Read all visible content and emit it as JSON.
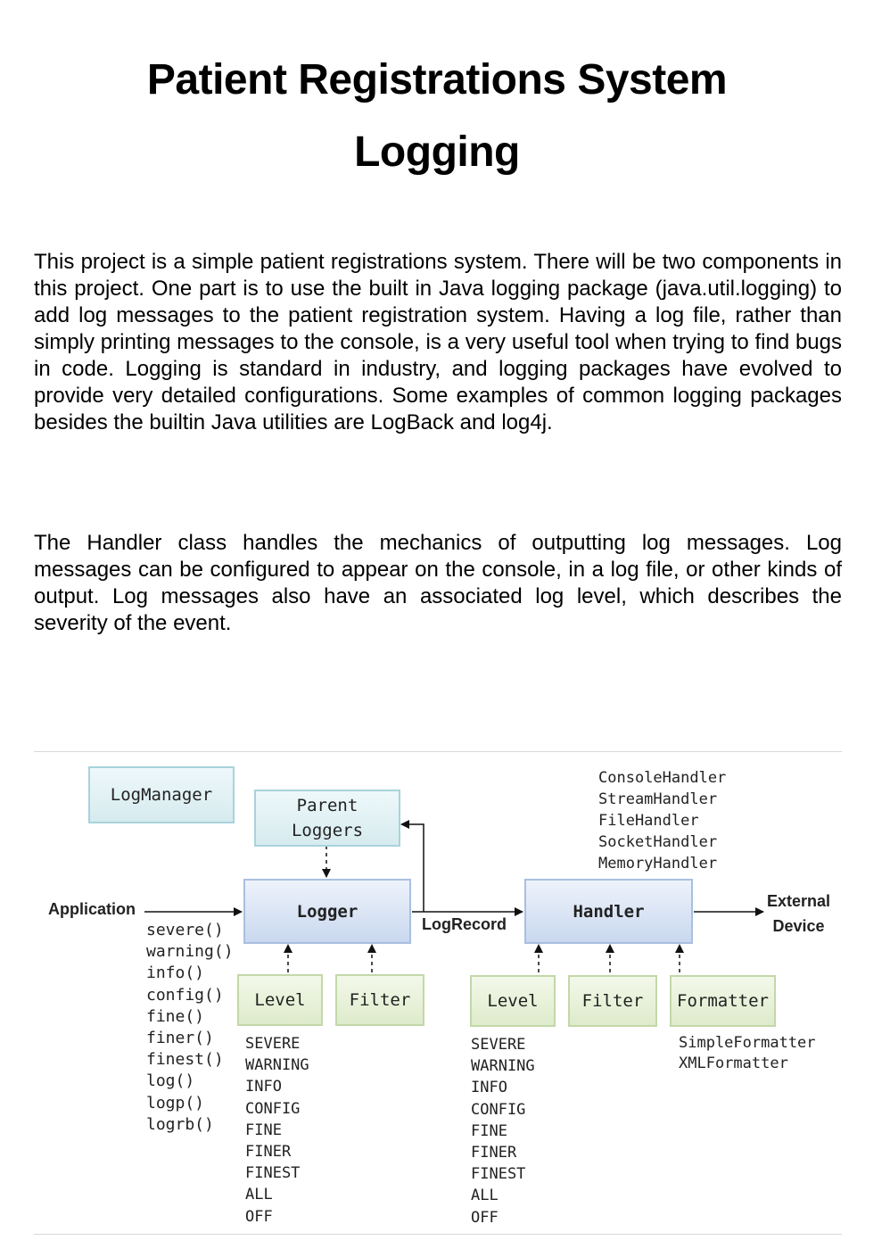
{
  "title_line1": "Patient Registrations System",
  "title_line2": "Logging",
  "paragraph1": "This project is a simple patient registrations system. There will be two components in this project. One part is to use the built in Java logging package (java.util.logging) to add log messages to the patient registration system. Having a log file, rather than simply printing messages to the console, is a very useful tool when trying to find bugs in code. Logging is standard in industry, and logging packages have evolved to provide very detailed configurations. Some examples of common logging packages besides the builtin Java utilities are LogBack and log4j.",
  "paragraph2": "The Handler class handles the mechanics of outputting log messages. Log messages can be configured to appear on the console, in a log file, or other kinds of output. Log messages also have an associated log level, which describes the severity of the event.",
  "diagram": {
    "log_manager": "LogManager",
    "parent_loggers_line1": "Parent",
    "parent_loggers_line2": "Loggers",
    "logger": "Logger",
    "handler": "Handler",
    "application": "Application",
    "log_record": "LogRecord",
    "external_line1": "External",
    "external_line2": "Device",
    "logger_level": "Level",
    "logger_filter": "Filter",
    "handler_level": "Level",
    "handler_filter": "Filter",
    "formatter": "Formatter",
    "logger_methods": [
      "severe()",
      "warning()",
      "info()",
      "config()",
      "fine()",
      "finer()",
      "finest()",
      "log()",
      "logp()",
      "logrb()"
    ],
    "logger_levels": [
      "SEVERE",
      "WARNING",
      "INFO",
      "CONFIG",
      "FINE",
      "FINER",
      "FINEST",
      "ALL",
      "OFF"
    ],
    "handler_levels": [
      "SEVERE",
      "WARNING",
      "INFO",
      "CONFIG",
      "FINE",
      "FINER",
      "FINEST",
      "ALL",
      "OFF"
    ],
    "handler_types": [
      "ConsoleHandler",
      "StreamHandler",
      "FileHandler",
      "SocketHandler",
      "MemoryHandler"
    ],
    "formatter_types": [
      "SimpleFormatter",
      "XMLFormatter"
    ]
  }
}
